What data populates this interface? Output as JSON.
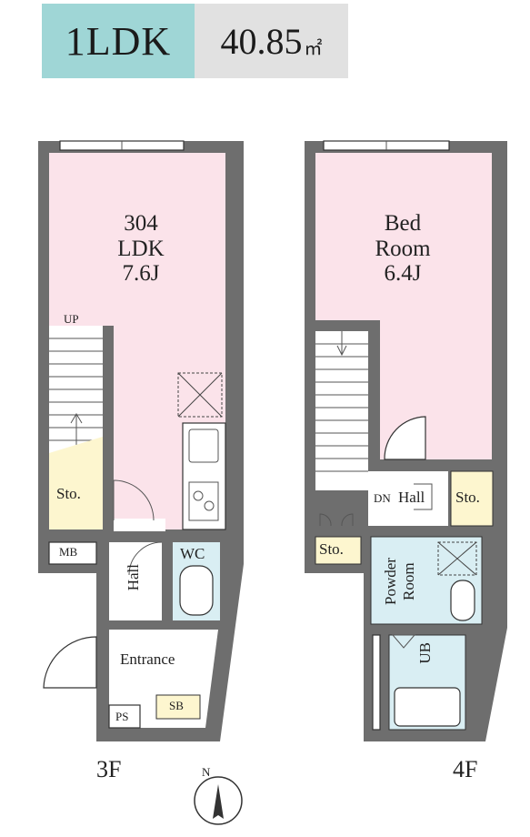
{
  "header": {
    "type": "1LDK",
    "area": "40.85",
    "area_unit": "㎡"
  },
  "floor3": {
    "label": "3F",
    "ldk": {
      "number": "304",
      "name": "LDK",
      "size": "7.6J"
    },
    "up": "UP",
    "storage": "Sto.",
    "mb": "MB",
    "hall": "Hall",
    "wc": "WC",
    "entrance": "Entrance",
    "ps": "PS",
    "sb": "SB"
  },
  "floor4": {
    "label": "4F",
    "bedroom": {
      "name_line1": "Bed",
      "name_line2": "Room",
      "size": "6.4J"
    },
    "dn": "DN",
    "hall": "Hall",
    "storage_right": "Sto.",
    "storage_left": "Sto.",
    "powder_room": "Powder Room",
    "ub": "UB"
  },
  "compass": {
    "north": "N"
  },
  "colors": {
    "type_badge": "#9fd6d6",
    "area_badge": "#e1e1e1",
    "ldk": "#fbe3ea",
    "storage": "#fdf6cf",
    "wet": "#d9eef3",
    "wall": "#6e6e6e"
  }
}
